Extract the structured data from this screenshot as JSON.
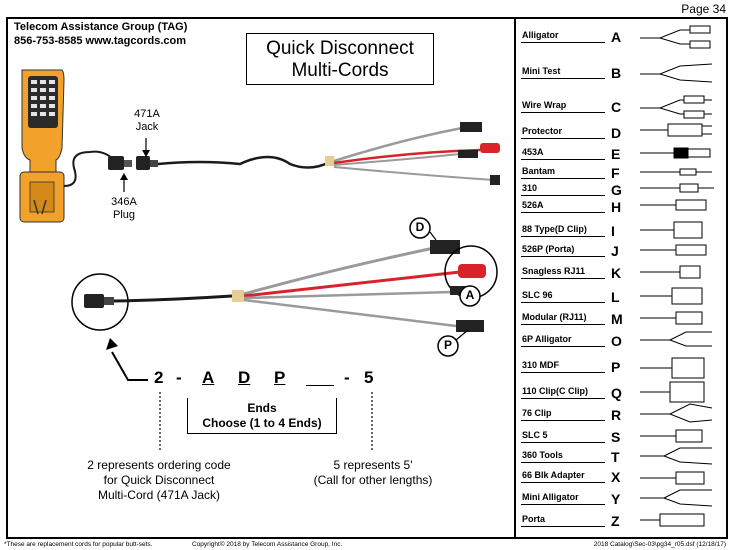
{
  "page_number": "Page 34",
  "company": {
    "name": "Telecom Assistance Group (TAG)",
    "contact": "856-753-8585  www.tagcords.com"
  },
  "title": {
    "line1": "Quick Disconnect",
    "line2": "Multi-Cords"
  },
  "callouts": {
    "jack_label_1": "471A",
    "jack_label_2": "Jack",
    "plug_label_1": "346A",
    "plug_label_2": "Plug",
    "end_d": "D",
    "end_a": "A",
    "end_p": "P"
  },
  "ordering_code": {
    "prefix": "2",
    "dash1": "-",
    "end1": "A",
    "end2": "D",
    "end3": "P",
    "dash2": "-",
    "suffix": "5"
  },
  "ends_box": {
    "line1": "Ends",
    "line2": "Choose (1  to  4 Ends)"
  },
  "notes": {
    "left_line1": "2 represents ordering code",
    "left_line2": "for Quick Disconnect",
    "left_line3": "Multi-Cord (471A Jack)",
    "right_line1": "5 represents 5'",
    "right_line2": "(Call for other lengths)"
  },
  "catalog": [
    {
      "label": "Alligator",
      "letter": "A"
    },
    {
      "label": "Mini Test",
      "letter": "B"
    },
    {
      "label": "Wire Wrap",
      "letter": "C"
    },
    {
      "label": "Protector",
      "letter": "D"
    },
    {
      "label": "453A",
      "letter": "E"
    },
    {
      "label": "Bantam",
      "letter": "F"
    },
    {
      "label": "310",
      "letter": "G"
    },
    {
      "label": "526A",
      "letter": "H"
    },
    {
      "label": "88 Type(D Clip)",
      "letter": "I"
    },
    {
      "label": "526P (Porta)",
      "letter": "J"
    },
    {
      "label": "Snagless RJ11",
      "letter": "K"
    },
    {
      "label": "SLC 96",
      "letter": "L"
    },
    {
      "label": "Modular (RJ11)",
      "letter": "M"
    },
    {
      "label": "6P Alligator",
      "letter": "O"
    },
    {
      "label": "310 MDF",
      "letter": "P"
    },
    {
      "label": "110 Clip(C Clip)",
      "letter": "Q"
    },
    {
      "label": "76 Clip",
      "letter": "R"
    },
    {
      "label": "SLC 5",
      "letter": "S"
    },
    {
      "label": "360 Tools",
      "letter": "T"
    },
    {
      "label": "66 Blk Adapter",
      "letter": "X"
    },
    {
      "label": "Mini Alligator",
      "letter": "Y"
    },
    {
      "label": "Porta",
      "letter": "Z"
    }
  ],
  "footer": {
    "left": "*These are replacement cords for popular butt-sets.",
    "middle": "Copyright© 2018 by Telecom Assistance Group, Inc.",
    "right": "2018 Catalog\\Sec-03\\pg34_r05.dsf (12/18/17)"
  },
  "colors": {
    "handset": "#f2a22a",
    "red_lead": "#d8232a",
    "gray_lead": "#9a9a9a",
    "black_cord": "#1a1a1a"
  }
}
